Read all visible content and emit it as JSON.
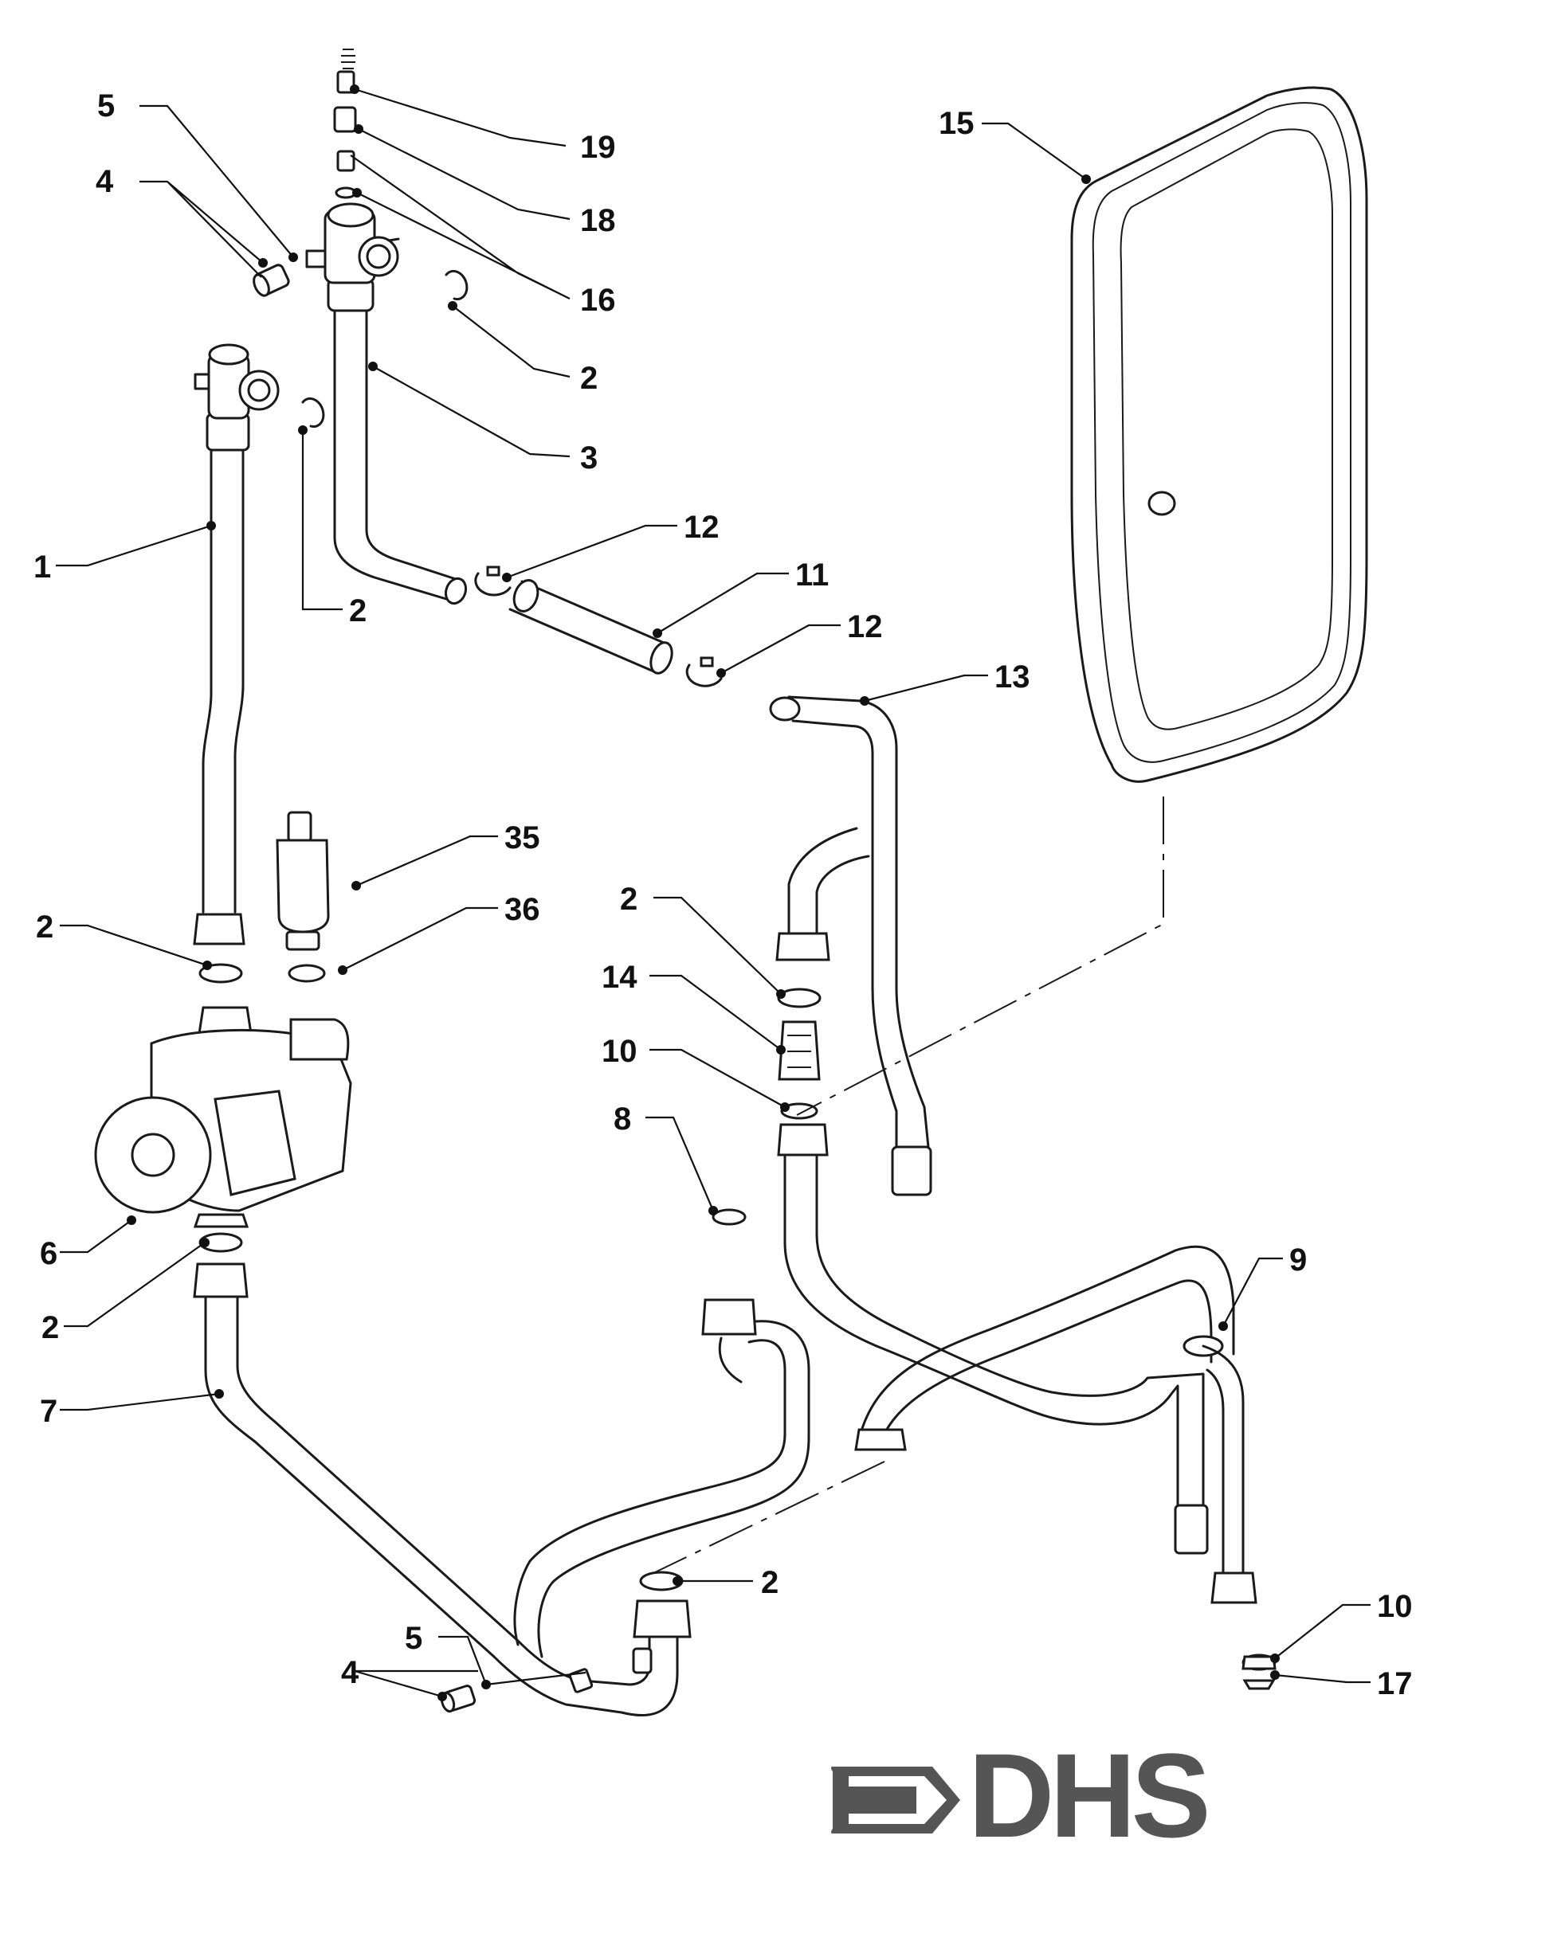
{
  "callouts": [
    {
      "id": "c5a",
      "text": "5"
    },
    {
      "id": "c4a",
      "text": "4"
    },
    {
      "id": "c19",
      "text": "19"
    },
    {
      "id": "c18",
      "text": "18"
    },
    {
      "id": "c16",
      "text": "16"
    },
    {
      "id": "c2a",
      "text": "2"
    },
    {
      "id": "c3",
      "text": "3"
    },
    {
      "id": "c15",
      "text": "15"
    },
    {
      "id": "c12a",
      "text": "12"
    },
    {
      "id": "c11",
      "text": "11"
    },
    {
      "id": "c12b",
      "text": "12"
    },
    {
      "id": "c13",
      "text": "13"
    },
    {
      "id": "c1",
      "text": "1"
    },
    {
      "id": "c2b",
      "text": "2"
    },
    {
      "id": "c35",
      "text": "35"
    },
    {
      "id": "c36",
      "text": "36"
    },
    {
      "id": "c2c",
      "text": "2"
    },
    {
      "id": "c2d",
      "text": "2"
    },
    {
      "id": "c14",
      "text": "14"
    },
    {
      "id": "c10a",
      "text": "10"
    },
    {
      "id": "c8",
      "text": "8"
    },
    {
      "id": "c9",
      "text": "9"
    },
    {
      "id": "c6",
      "text": "6"
    },
    {
      "id": "c2e",
      "text": "2"
    },
    {
      "id": "c7",
      "text": "7"
    },
    {
      "id": "c2f",
      "text": "2"
    },
    {
      "id": "c10b",
      "text": "10"
    },
    {
      "id": "c5b",
      "text": "5"
    },
    {
      "id": "c4b",
      "text": "4"
    },
    {
      "id": "c17",
      "text": "17"
    }
  ],
  "logo": {
    "text": "DHS",
    "color": "#555555"
  }
}
